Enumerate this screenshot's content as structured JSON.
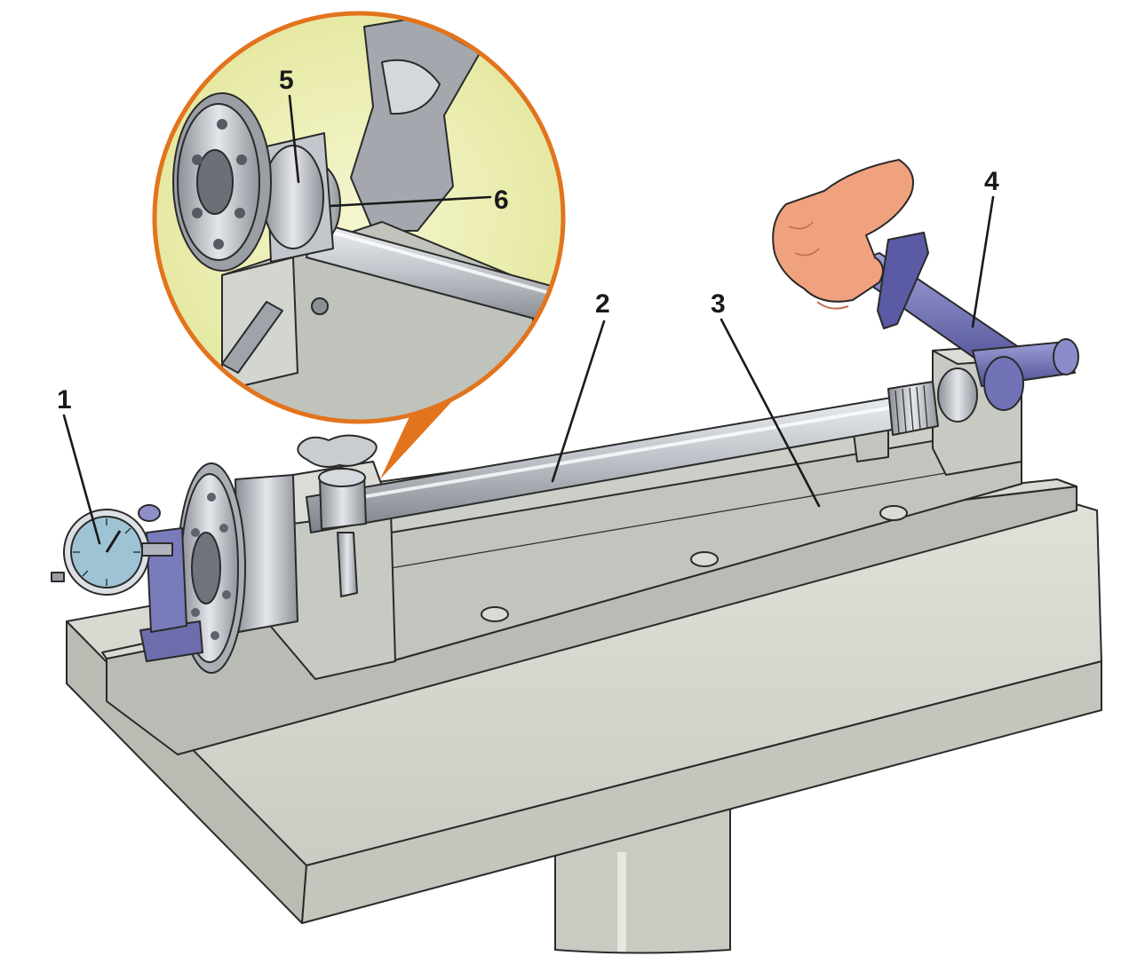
{
  "labels": {
    "l1": "1",
    "l2": "2",
    "l3": "3",
    "l4": "4",
    "l5": "5",
    "l6": "6"
  },
  "colors": {
    "background": "#ffffff",
    "table": "#d6d8cf",
    "fixture": "#c5c9c2",
    "shaft": "#b9bcc2",
    "lever": "#6f6fb3",
    "callout_fill": "#eef0b6",
    "callout_border": "#e2741e",
    "hand": "#f0a27e"
  },
  "icons": {
    "dial_indicator": "dial-gauge-icon",
    "hand": "hand-icon"
  }
}
